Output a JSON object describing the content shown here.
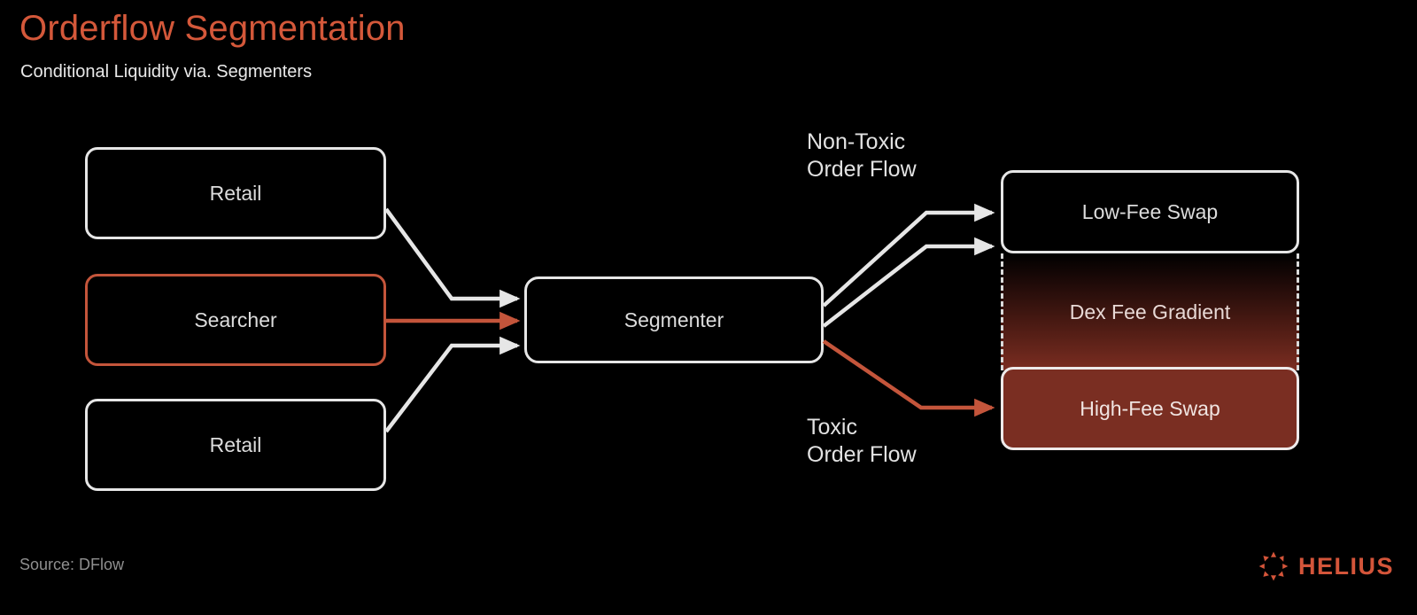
{
  "header": {
    "title": "Orderflow Segmentation",
    "subtitle": "Conditional Liquidity via. Segmenters"
  },
  "diagram": {
    "sources": [
      {
        "id": "retail-top",
        "label": "Retail",
        "style": "white"
      },
      {
        "id": "searcher",
        "label": "Searcher",
        "style": "orange"
      },
      {
        "id": "retail-bottom",
        "label": "Retail",
        "style": "white"
      }
    ],
    "processor": {
      "id": "segmenter",
      "label": "Segmenter",
      "style": "white"
    },
    "outputs": [
      {
        "id": "low-fee",
        "label": "Low-Fee Swap",
        "style": "black-fill"
      },
      {
        "id": "dex-gradient",
        "label": "Dex Fee Gradient",
        "style": "gradient-dashed"
      },
      {
        "id": "high-fee",
        "label": "High-Fee Swap",
        "style": "red-fill"
      }
    ],
    "flow_labels": {
      "non_toxic": "Non-Toxic\nOrder Flow",
      "toxic": "Toxic\nOrder Flow"
    }
  },
  "footer": {
    "source": "Source: DFlow",
    "brand_name": "HELIUS",
    "brand_icon": "helius-sun-icon"
  },
  "colors": {
    "accent": "#d4583a",
    "searcher_border": "#c4553b",
    "arrow_white": "#e6e6e6",
    "arrow_orange": "#c4553b",
    "high_fee_fill": "#7a2e22",
    "background": "#000000"
  }
}
